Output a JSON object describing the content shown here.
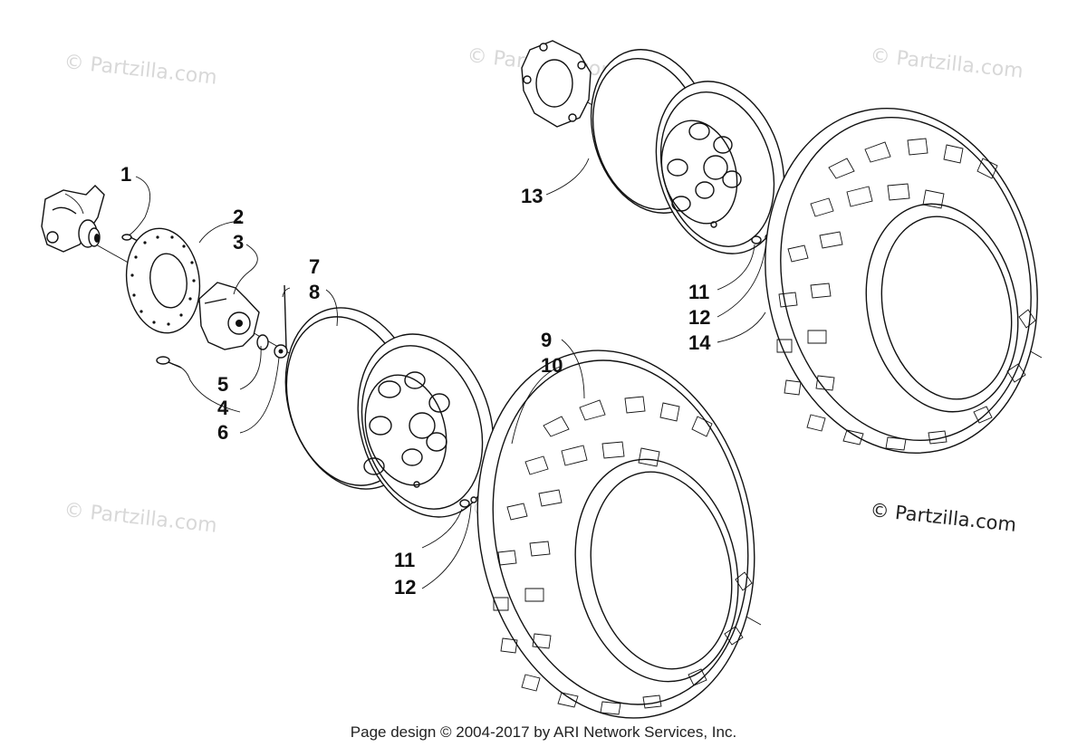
{
  "watermark": {
    "text": "© Partzilla.com"
  },
  "copyright_mark": "© Partzilla.com",
  "footer": "Page design © 2004-2017 by ARI Network Services, Inc.",
  "callouts": {
    "c1": "1",
    "c2": "2",
    "c3": "3",
    "c4": "4",
    "c5": "5",
    "c6": "6",
    "c7": "7",
    "c8": "8",
    "c9": "9",
    "c10": "10",
    "c11a": "11",
    "c12a": "12",
    "c11b": "11",
    "c12b": "12",
    "c13": "13",
    "c14": "14"
  }
}
